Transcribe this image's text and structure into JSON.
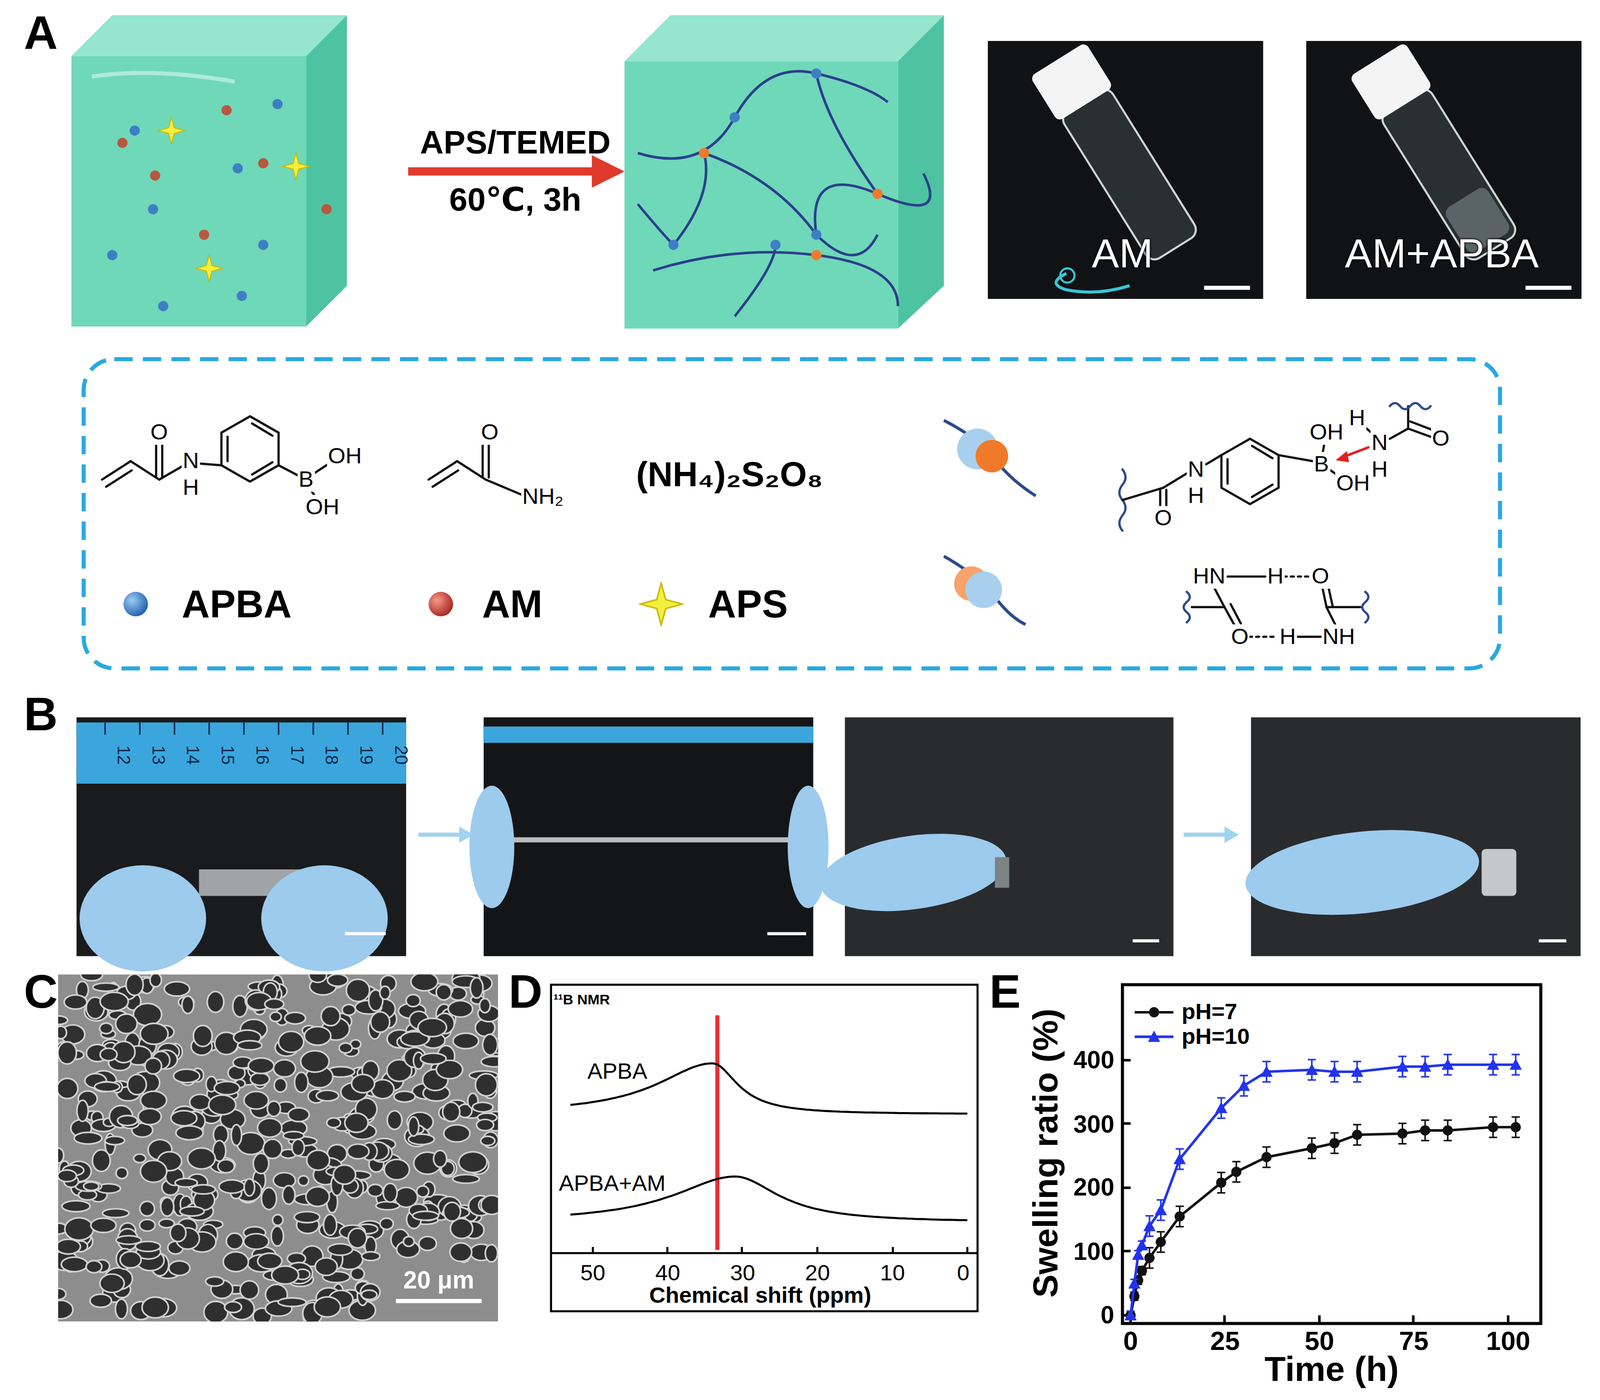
{
  "diagram": {
    "labels": [
      "A",
      "APS/TEMED",
      "60℃, 3h",
      "AM",
      "AM+APBA",
      "O",
      "N",
      "H",
      "B",
      "OH",
      "OH",
      "O",
      "NH₂",
      "(NH₄)₂S₂O₈",
      "N",
      "H",
      "O",
      "OH",
      "B",
      "OH",
      "H",
      "N",
      "H",
      "O",
      "HN",
      "H",
      "O",
      "O",
      "H",
      "NH",
      "APBA",
      "AM",
      "APS",
      "B",
      "12",
      "13",
      "14",
      "15",
      "16",
      "17",
      "18",
      "19",
      "20",
      "C",
      "20 μm",
      "D",
      "¹¹B NMR",
      "APBA",
      "APBA+AM",
      "50",
      "40",
      "30",
      "20",
      "10",
      "0",
      "Chemical shift (ppm)",
      "E",
      "0",
      "100",
      "200",
      "300",
      "400",
      "0",
      "25",
      "50",
      "75",
      "100",
      "Time (h)",
      "Swelling ratio (%)"
    ],
    "legend": [
      {
        "text": "pH=7"
      },
      {
        "text": "pH=10"
      }
    ]
  }
}
